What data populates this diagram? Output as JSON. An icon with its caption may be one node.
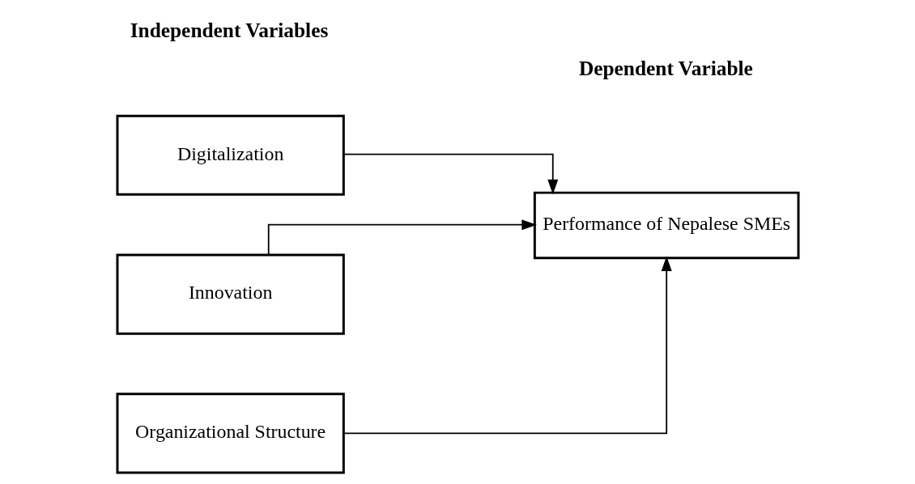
{
  "diagram": {
    "nodes": [
      {
        "text": [
          "Digitalization"
        ]
      },
      {
        "text": [
          "Innovation"
        ]
      },
      {
        "text": [
          "Organizational Structure"
        ]
      },
      {
        "text": [
          "Performance of Nepalese SMEs"
        ]
      }
    ],
    "edges": [
      {
        "from": 0,
        "to": 3,
        "arrow": "to"
      },
      {
        "from": 1,
        "to": 3,
        "arrow": "to"
      },
      {
        "from": 2,
        "to": 3,
        "arrow": "to"
      }
    ],
    "labels": [
      "Independent Variables",
      "Dependent Variable"
    ]
  }
}
